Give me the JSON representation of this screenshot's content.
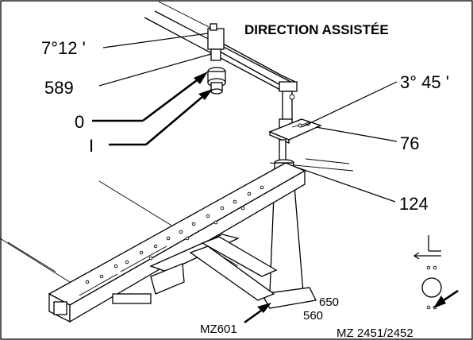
{
  "title": "DIRECTION ASSISTÉE",
  "labels": {
    "angle_top": "7°12 '",
    "ref_589": "589",
    "ref_0": "0",
    "ref_I": "I",
    "angle_right": "3° 45 '",
    "ref_76": "76",
    "ref_124": "124",
    "ref_650": "650",
    "ref_560": "560",
    "ref_mz601": "MZ601",
    "ref_mz2451": "MZ 2451/2452"
  },
  "colors": {
    "ink": "#000000",
    "paper": "#ffffff"
  }
}
